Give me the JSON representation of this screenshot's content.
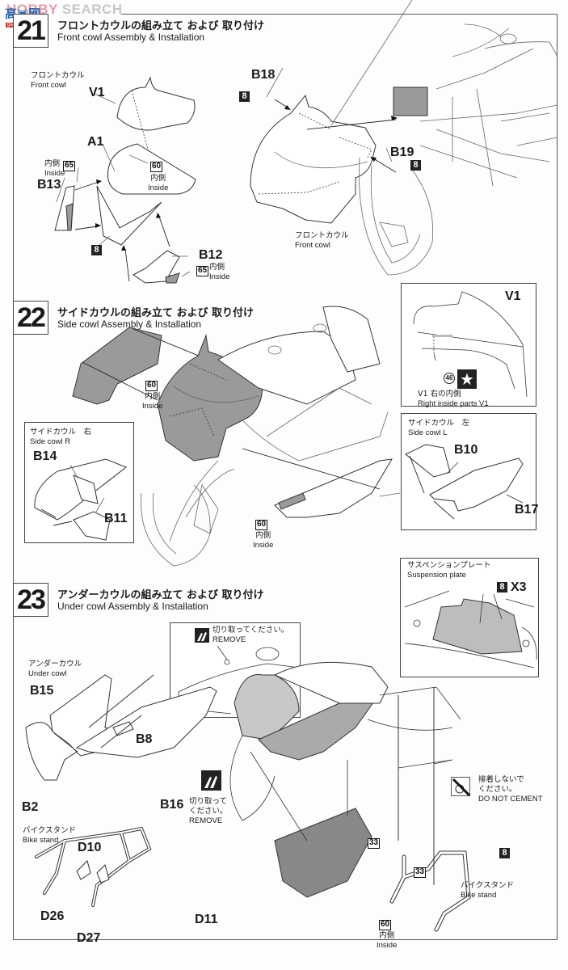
{
  "watermark": {
    "text_prefix": "HOBBY",
    "text_suffix": " SEARCH",
    "logo_chars": "高▣网",
    "logo_url": "gao-shop.com"
  },
  "steps": [
    {
      "number": "21",
      "title_jp": "フロントカウルの組み立て および 取り付け",
      "title_en": "Front cowl Assembly & Installation",
      "labels": {
        "front_cowl_jp": "フロントカウル",
        "front_cowl_en": "Front cowl",
        "front_cowl2_jp": "フロントカウル",
        "front_cowl2_en": "Front cowl",
        "inside_jp": "内側",
        "inside_en": "Inside"
      },
      "parts": [
        "V1",
        "A1",
        "B13",
        "B12",
        "B18",
        "B19"
      ],
      "colors": {
        "c60": "60",
        "c65a": "65",
        "c65b": "65",
        "c8a": "8",
        "c8b": "8",
        "c8c": "8"
      }
    },
    {
      "number": "22",
      "title_jp": "サイドカウルの組み立て および 取り付け",
      "title_en": "Side cowl Assembly & Installation",
      "labels": {
        "inside_jp": "内側",
        "inside_en": "Inside",
        "side_r_jp": "サイドカウル　右",
        "side_r_en": "Side cowl R",
        "side_l_jp": "サイドカウル　左",
        "side_l_en": "Side cowl L",
        "v1_note_jp": "V1 右の内側",
        "v1_note_en": "Right inside parts V1"
      },
      "parts": [
        "V1",
        "B14",
        "B11",
        "B10",
        "B17"
      ],
      "colors": {
        "c60a": "60",
        "c60b": "60",
        "decal": "46"
      }
    },
    {
      "number": "23",
      "title_jp": "アンダーカウルの組み立て および 取り付け",
      "title_en": "Under cowl Assembly & Installation",
      "labels": {
        "remove_jp": "切り取ってください。",
        "remove_en": "REMOVE",
        "remove2_jp_1": "切り取って",
        "remove2_jp_2": "ください。",
        "remove2_en": "REMOVE",
        "under_cowl_jp": "アンダーカウル",
        "under_cowl_en": "Under cowl",
        "bike_stand_jp": "バイクスタンド",
        "bike_stand_en": "Bike stand",
        "bike_stand2_jp": "バイクスタンド",
        "bike_stand2_en": "Bike stand",
        "susp_jp": "サスペンションプレート",
        "susp_en": "Suspension plate",
        "times": "X3",
        "no_cement_jp_1": "接着しないで",
        "no_cement_jp_2": "ください。",
        "no_cement_en": "DO NOT CEMENT",
        "inside_jp": "内側",
        "inside_en": "Inside"
      },
      "parts": [
        "B15",
        "B8",
        "B2",
        "B16",
        "D10",
        "D26",
        "D27",
        "D11"
      ],
      "colors": {
        "c8susp": "8",
        "c8stand": "8",
        "c33a": "33",
        "c33b": "33",
        "c60": "60"
      }
    }
  ]
}
